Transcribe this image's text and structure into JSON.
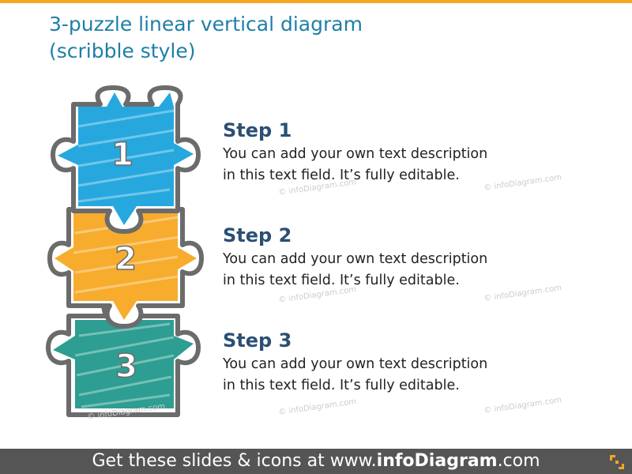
{
  "title": {
    "line1": "3-puzzle linear vertical diagram",
    "line2": "(scribble style)"
  },
  "colors": {
    "accent": "#f5a623",
    "title": "#1e7fa8",
    "step_title": "#2c4f73",
    "piece1": "#1aa3dc",
    "piece2": "#f7a823",
    "piece3": "#1b9688",
    "outline": "#6b6b6b",
    "footer_bg": "#555555"
  },
  "pieces": [
    {
      "number": "1"
    },
    {
      "number": "2"
    },
    {
      "number": "3"
    }
  ],
  "steps": [
    {
      "title": "Step 1",
      "line1": "You can add your own text description",
      "line2": "in this text field. It’s fully editable."
    },
    {
      "title": "Step 2",
      "line1": "You can add your own text description",
      "line2": "in this text field. It’s fully editable."
    },
    {
      "title": "Step 3",
      "line1": "You can add your own text description",
      "line2": "in this text field. It’s fully editable."
    }
  ],
  "watermark": "© infoDiagram.com",
  "footer": {
    "prefix": "Get these slides & icons at www.",
    "brand": "infoDiagram",
    "suffix": ".com"
  }
}
